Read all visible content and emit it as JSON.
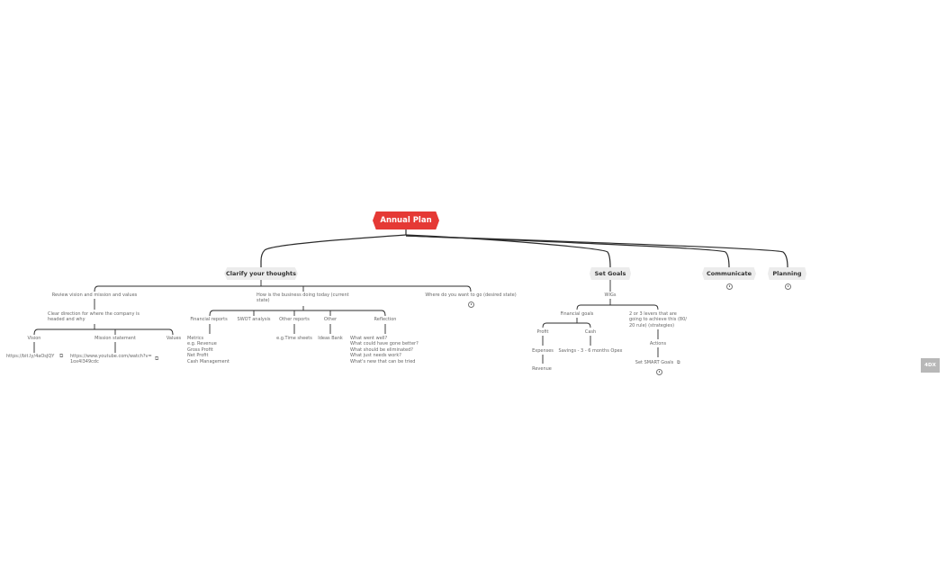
{
  "root": {
    "label": "Annual Plan",
    "color": "#e53935"
  },
  "branches": {
    "clarify": {
      "label": "Clarify your thoughts",
      "review": {
        "label": "Review vision and mission and values",
        "direction": "Clear direction for where the company is headed and why",
        "vision": {
          "label": "Vision",
          "link": "https://bit.ly/4aOsJQY"
        },
        "mission": {
          "label": "Mission statement",
          "link": "https://www.youtube.com/watch?v=1ox4l349cdc"
        },
        "values": {
          "label": "Values"
        }
      },
      "current": {
        "label": "How is the business doing today (current state)",
        "financial": {
          "label": "Financial reports",
          "details": [
            "Metrics",
            "e.g. Revenue",
            "Gross Profit",
            "Net Profit",
            "Cash Management"
          ]
        },
        "swot": {
          "label": "SWOT analysis"
        },
        "other_reports": {
          "label": "Other reports",
          "detail": "e.g.Time sheets"
        },
        "other": {
          "label": "Other",
          "detail": "Ideas Bank"
        },
        "reflection": {
          "label": "Reflection",
          "details": [
            "What went well?",
            "What could have gone better?",
            "What should be eliminated?",
            "What just needs work?",
            "What's new that can be tried"
          ]
        }
      },
      "desired": {
        "label": "Where do you want to go (desired state)"
      }
    },
    "goals": {
      "label": "Set Goals",
      "wigs": "WIGs",
      "financial_goals": {
        "label": "Financial goals",
        "profit": {
          "label": "Profit",
          "expenses": "Expenses",
          "revenue": "Revenue"
        },
        "cash": {
          "label": "Cash",
          "savings": "Savings - 3 - 6 months Opex"
        }
      },
      "levers": {
        "label": "2 or 3 levers that are going to achieve this (80/ 20 rule) (strategies)",
        "actions": "Actions",
        "smart": "Set SMART Goals"
      }
    },
    "communicate": {
      "label": "Communicate"
    },
    "planning": {
      "label": "Planning"
    }
  },
  "badge": {
    "label": "4DX"
  },
  "icons": {
    "link": "external-link-icon",
    "clock": "clock-icon",
    "subtopics": "subtopics-icon"
  }
}
